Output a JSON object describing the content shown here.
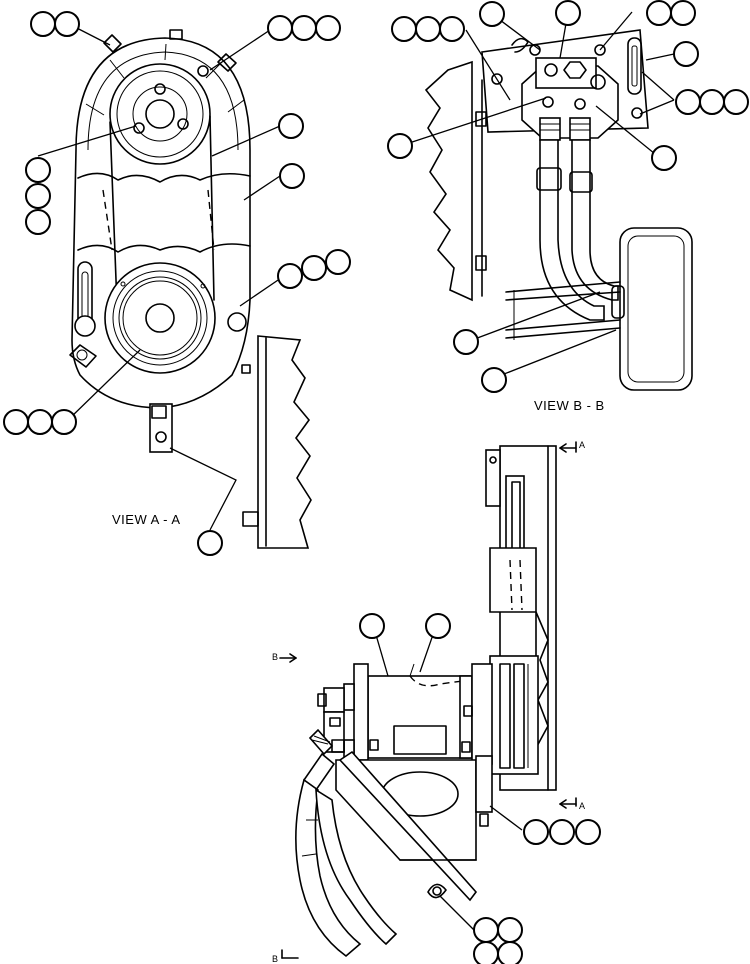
{
  "views": {
    "a": {
      "caption": "VIEW  A - A"
    },
    "b": {
      "caption": "VIEW  B - B"
    }
  },
  "section_marks": {
    "a_upper": "A",
    "a_lower": "A",
    "b_upper": "B",
    "b_lower": "B"
  }
}
